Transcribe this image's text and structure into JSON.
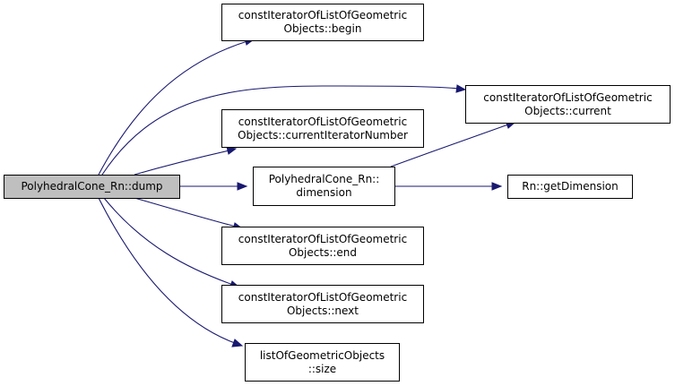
{
  "colors": {
    "edge": "#191970",
    "root_fill": "#bfbfbf",
    "node_fill": "#ffffff",
    "node_border": "#000000"
  },
  "nodes": {
    "root": {
      "line1": "PolyhedralCone_Rn::dump"
    },
    "begin": {
      "line1": "constIteratorOfListOfGeometric",
      "line2": "Objects::begin"
    },
    "current": {
      "line1": "constIteratorOfListOfGeometric",
      "line2": "Objects::current"
    },
    "currentIteratorNumber": {
      "line1": "constIteratorOfListOfGeometric",
      "line2": "Objects::currentIteratorNumber"
    },
    "dimension": {
      "line1": "PolyhedralCone_Rn::",
      "line2": "dimension"
    },
    "getDimension": {
      "line1": "Rn::getDimension"
    },
    "end": {
      "line1": "constIteratorOfListOfGeometric",
      "line2": "Objects::end"
    },
    "next": {
      "line1": "constIteratorOfListOfGeometric",
      "line2": "Objects::next"
    },
    "size": {
      "line1": "listOfGeometricObjects",
      "line2": "::size"
    }
  },
  "edges": [
    {
      "from": "root",
      "to": "begin"
    },
    {
      "from": "root",
      "to": "current"
    },
    {
      "from": "root",
      "to": "currentIteratorNumber"
    },
    {
      "from": "root",
      "to": "dimension"
    },
    {
      "from": "root",
      "to": "end"
    },
    {
      "from": "root",
      "to": "next"
    },
    {
      "from": "root",
      "to": "size"
    },
    {
      "from": "dimension",
      "to": "current"
    },
    {
      "from": "dimension",
      "to": "getDimension"
    }
  ]
}
